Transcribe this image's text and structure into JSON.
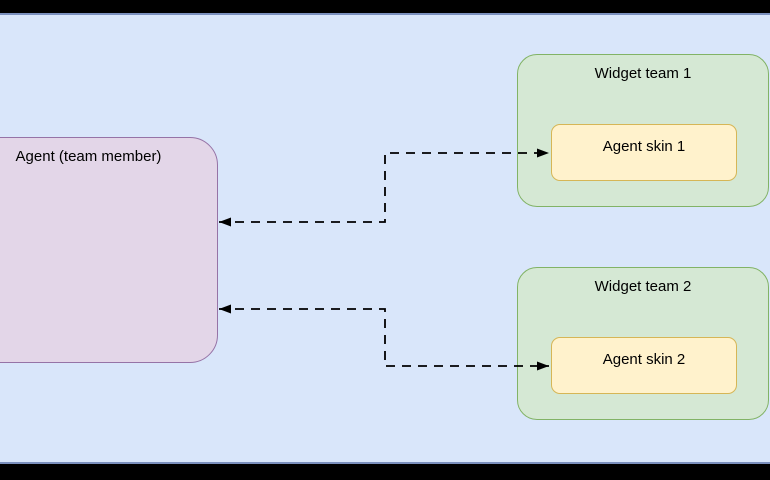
{
  "diagram": {
    "nodes": {
      "agent": {
        "label": "Agent (team member)",
        "fill": "#e3d6e8",
        "stroke": "#9673a6"
      },
      "team1": {
        "label": "Widget team 1",
        "fill": "#d5e8d4",
        "stroke": "#82b366"
      },
      "skin1": {
        "label": "Agent skin 1",
        "fill": "#fff2cc",
        "stroke": "#d6b656"
      },
      "team2": {
        "label": "Widget team 2",
        "fill": "#d5e8d4",
        "stroke": "#82b366"
      },
      "skin2": {
        "label": "Agent skin 2",
        "fill": "#fff2cc",
        "stroke": "#d6b656"
      }
    },
    "connectors": [
      {
        "from": "agent",
        "to": "skin1",
        "style": "dashed",
        "bidirectional": true,
        "color": "#000000"
      },
      {
        "from": "agent",
        "to": "skin2",
        "style": "dashed",
        "bidirectional": true,
        "color": "#000000"
      }
    ],
    "canvas_background": "#d9e6fa",
    "frame_border_color": "#7b90bd",
    "letterbox_color": "#000000"
  }
}
